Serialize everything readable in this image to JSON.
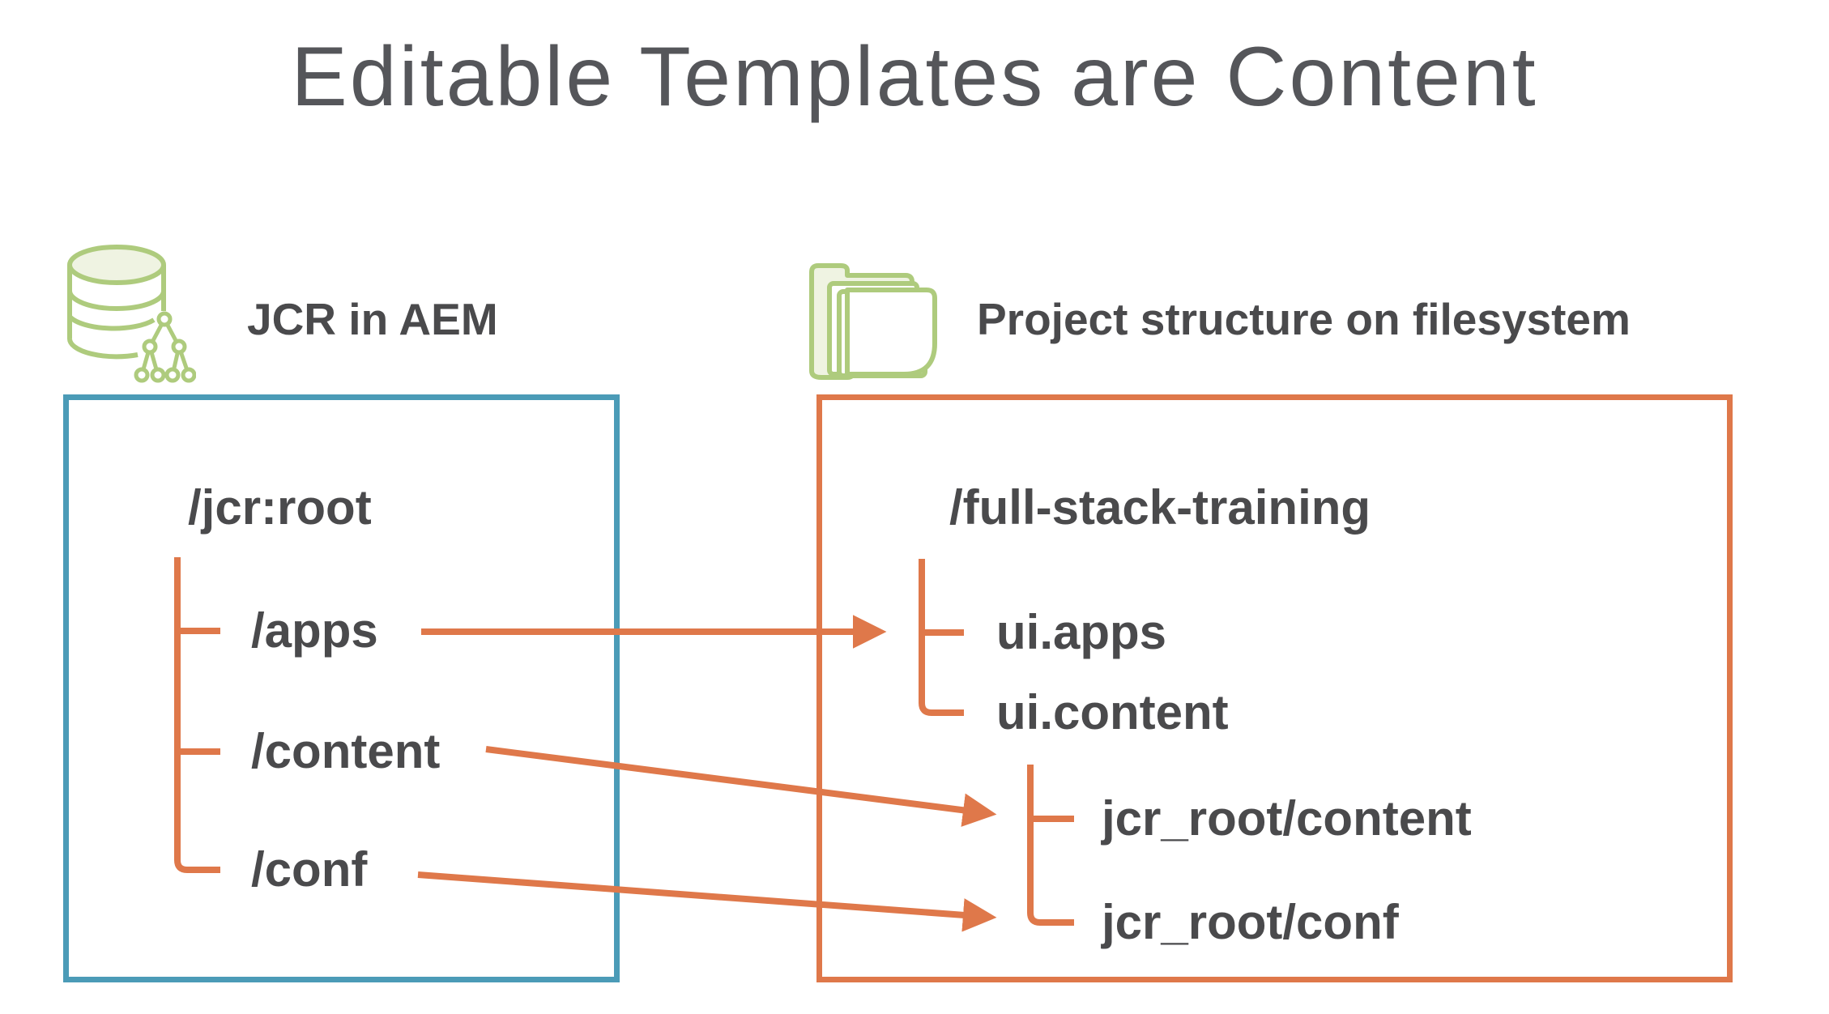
{
  "title": "Editable Templates are Content",
  "legend": {
    "jcr": "JCR in AEM",
    "filesystem": "Project structure on filesystem"
  },
  "jcr_tree": {
    "root": "/jcr:root",
    "nodes": [
      {
        "label": "/apps"
      },
      {
        "label": "/content"
      },
      {
        "label": "/conf"
      }
    ]
  },
  "fs_tree": {
    "root": "/full-stack-training",
    "nodes": [
      {
        "label": "ui.apps"
      },
      {
        "label": "ui.content"
      }
    ],
    "subnodes": [
      {
        "label": "jcr_root/content"
      },
      {
        "label": "jcr_root/conf"
      }
    ]
  },
  "icons": {
    "left": "database-tree-icon",
    "right": "folder-icon"
  },
  "colors": {
    "orange": "#DF784A",
    "blue": "#4B9BB7",
    "green": "#AECB7D",
    "green_fill": "#EFF3E2",
    "text": "#4A4A4C",
    "title": "#55565A"
  }
}
